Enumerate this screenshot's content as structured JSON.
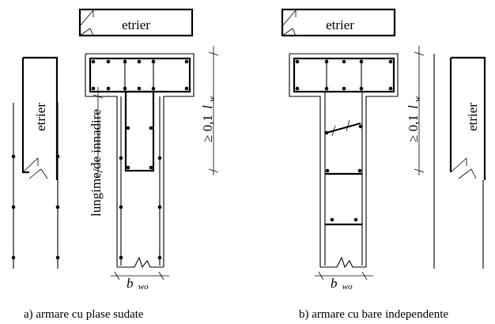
{
  "panel_a": {
    "etrier_top": "etrier",
    "etrier_side": "etrier",
    "lap_length": "lungime de innadire",
    "dimension": "≥ 0,1",
    "dim_symbol": "l",
    "dim_sub": "w",
    "width_symbol": "b",
    "width_sub": "wo",
    "caption": "a) armare cu plase sudate"
  },
  "panel_b": {
    "etrier_top": "etrier",
    "etrier_side": "etrier",
    "dimension": "≥ 0,1",
    "dim_symbol": "l",
    "dim_sub": "w",
    "width_symbol": "b",
    "width_sub": "wo",
    "caption": "b) armare cu bare independente"
  }
}
